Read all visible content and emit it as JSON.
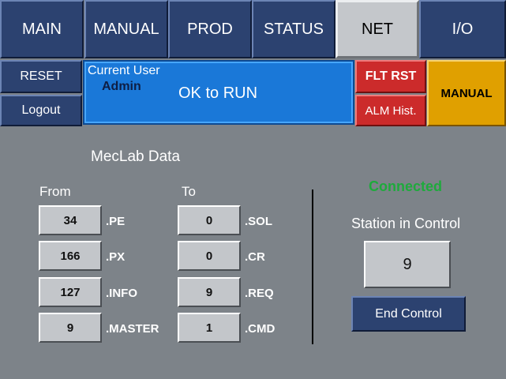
{
  "nav": {
    "tabs": [
      {
        "label": "MAIN",
        "active": false
      },
      {
        "label": "MANUAL",
        "active": false
      },
      {
        "label": "PROD",
        "active": false
      },
      {
        "label": "STATUS",
        "active": false
      },
      {
        "label": "NET",
        "active": true
      },
      {
        "label": "I/O",
        "active": false
      }
    ]
  },
  "side": {
    "reset_label": "RESET",
    "logout_label": "Logout"
  },
  "banner": {
    "current_user_label": "Current User",
    "user_name": "Admin",
    "status_text": "OK to RUN"
  },
  "faults": {
    "flt_rst_label": "FLT RST",
    "alm_hist_label": "ALM Hist."
  },
  "mode_button_label": "MANUAL",
  "meclab": {
    "title": "MecLab Data",
    "from_header": "From",
    "to_header": "To",
    "from_rows": [
      {
        "value": "34",
        "tag": ".PE"
      },
      {
        "value": "166",
        "tag": ".PX"
      },
      {
        "value": "127",
        "tag": ".INFO"
      },
      {
        "value": "9",
        "tag": ".MASTER"
      }
    ],
    "to_rows": [
      {
        "value": "0",
        "tag": ".SOL"
      },
      {
        "value": "0",
        "tag": ".CR"
      },
      {
        "value": "9",
        "tag": ".REQ"
      },
      {
        "value": "1",
        "tag": ".CMD"
      }
    ]
  },
  "network": {
    "connection_status": "Connected",
    "station_label": "Station in Control",
    "station_value": "9",
    "end_control_label": "End Control"
  },
  "colors": {
    "nav_blue": "#2c4270",
    "banner_blue": "#1a78d8",
    "fault_red": "#cc2b2b",
    "mode_orange": "#e0a000",
    "connected_green": "#1eaa3c",
    "panel_gray": "#7d8389"
  }
}
